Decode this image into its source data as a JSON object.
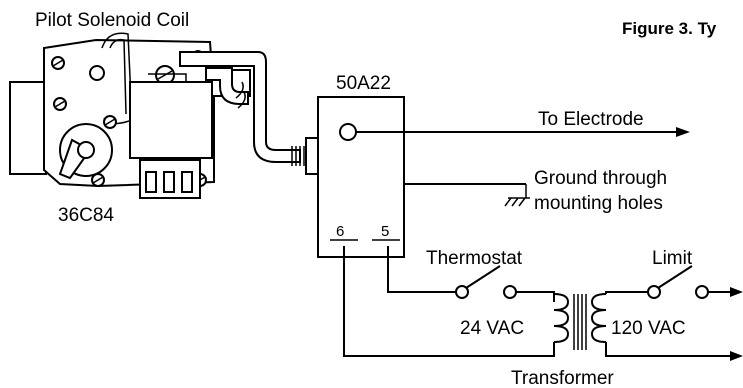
{
  "figure_title": "Figure 3. Ty",
  "labels": {
    "pilot_solenoid_coil": "Pilot Solenoid Coil",
    "gas_valve_model": "36C84",
    "control_model": "50A22",
    "to_electrode": "To Electrode",
    "ground_line1": "Ground through",
    "ground_line2": "mounting holes",
    "terminal_6": "6",
    "terminal_5": "5",
    "thermostat": "Thermostat",
    "limit": "Limit",
    "secondary_voltage": "24 VAC",
    "primary_voltage": "120 VAC",
    "transformer": "Transformer"
  }
}
